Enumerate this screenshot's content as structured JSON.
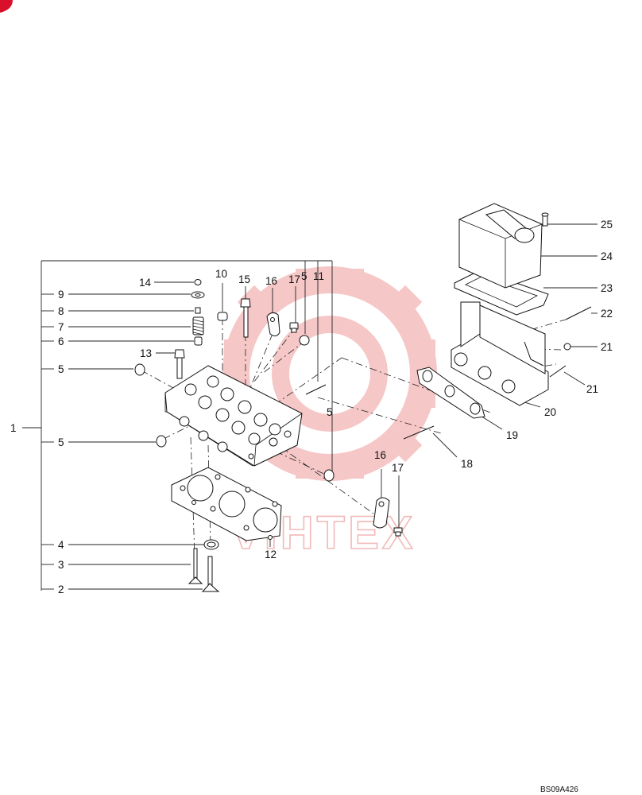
{
  "watermark": {
    "text": "VIHTEX",
    "color": "#e23a3a"
  },
  "drawing_code": "BS09A426",
  "callouts": {
    "n1": "1",
    "n2": "2",
    "n3": "3",
    "n4": "4",
    "n5a": "5",
    "n5b": "5",
    "n5c": "5",
    "n5d": "5",
    "n6": "6",
    "n7": "7",
    "n8": "8",
    "n9": "9",
    "n10": "10",
    "n11": "11",
    "n12": "12",
    "n13": "13",
    "n14": "14",
    "n15": "15",
    "n16a": "16",
    "n16b": "16",
    "n17a": "17",
    "n17b": "17",
    "n18": "18",
    "n19": "19",
    "n20": "20",
    "n21a": "21",
    "n21b": "21",
    "n22": "22",
    "n23": "23",
    "n24": "24",
    "n25": "25"
  }
}
